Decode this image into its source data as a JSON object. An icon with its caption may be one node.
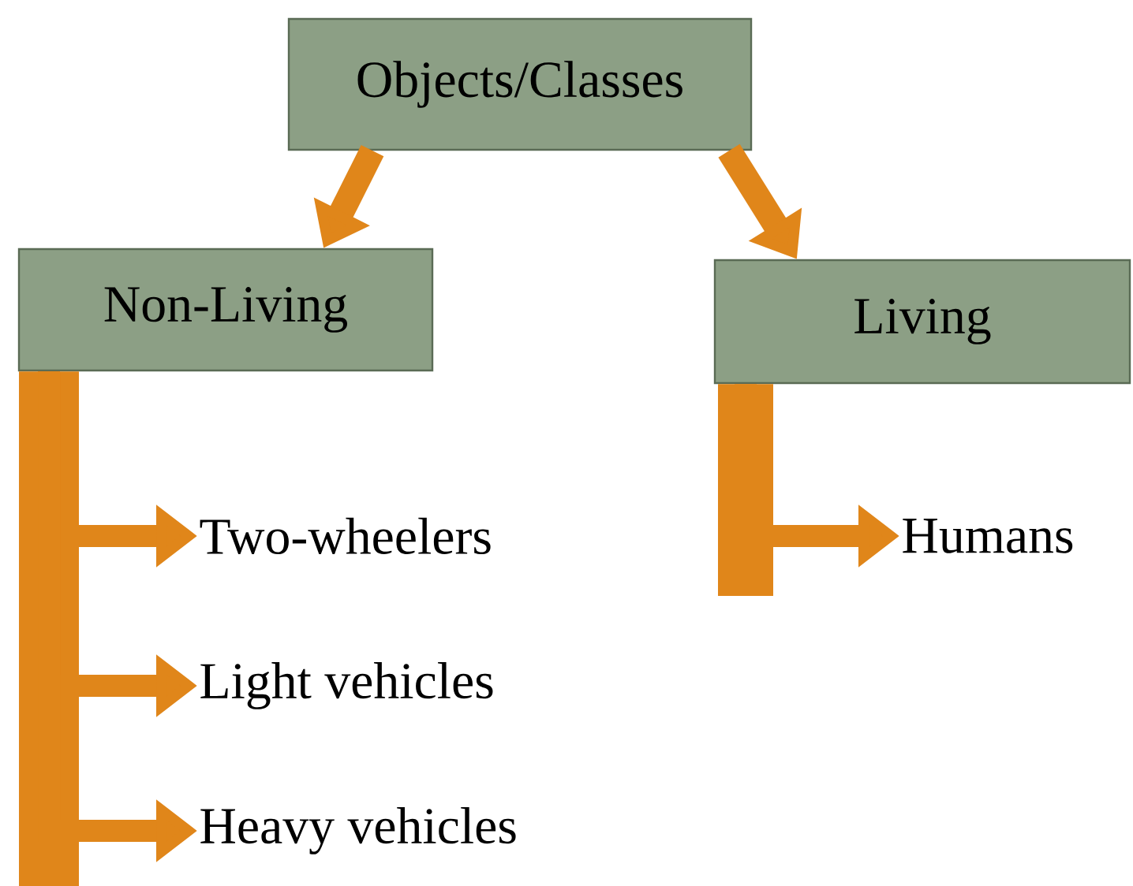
{
  "diagram": {
    "nodes": [
      {
        "text": [
          "Objects/Classes"
        ]
      },
      {
        "text": [
          "Non-Living"
        ]
      },
      {
        "text": [
          "Living"
        ]
      },
      {
        "text": [
          "Two-wheelers"
        ]
      },
      {
        "text": [
          "Light vehicles"
        ]
      },
      {
        "text": [
          "Heavy vehicles"
        ]
      },
      {
        "text": [
          "Humans"
        ]
      }
    ],
    "edges": [
      {
        "from": 0,
        "to": 1,
        "arrow": "to"
      },
      {
        "from": 0,
        "to": 2,
        "arrow": "to"
      },
      {
        "from": 1,
        "to": 3,
        "arrow": "to"
      },
      {
        "from": 1,
        "to": 4,
        "arrow": "to"
      },
      {
        "from": 1,
        "to": 5,
        "arrow": "to"
      },
      {
        "from": 2,
        "to": 6,
        "arrow": "to"
      }
    ]
  }
}
